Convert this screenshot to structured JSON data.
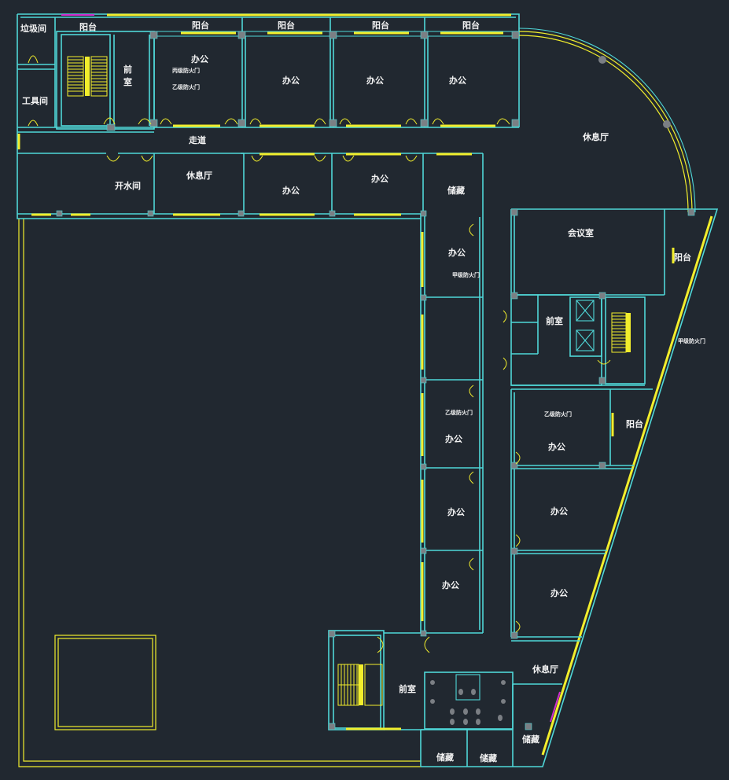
{
  "colors": {
    "background": "#212830",
    "walls": "#4fd7d8",
    "windows": "#f2ee2c",
    "columns": "#7b7f84",
    "text": "#f4f4f4",
    "accent": "#d02fd0"
  },
  "labels": {
    "garbage_room": "垃圾间",
    "tool_room": "工具间",
    "balcony": "阳台",
    "front_room": "前室",
    "front_room_v1": "前",
    "front_room_v2": "室",
    "office": "办公",
    "fire_door_a": "甲级防火门",
    "fire_door_b": "乙级防火门",
    "fire_door_c": "丙级防火门",
    "corridor": "走道",
    "lounge": "休息厅",
    "boiler_room": "开水间",
    "storage": "储藏",
    "meeting_room": "会议室"
  }
}
